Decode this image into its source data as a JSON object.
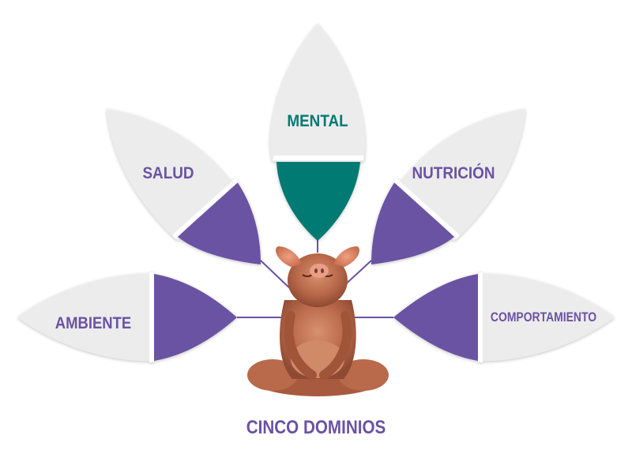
{
  "diagram": {
    "colors": {
      "petal_light": "#ececec",
      "petal_edge": "#dcdcdc",
      "accent_purple": "#6a52a3",
      "accent_teal": "#007a72",
      "connector": "#6a52a3"
    },
    "center_image": "pig-sitting-meditating",
    "footer_title": "CINCO DOMINIOS",
    "domains": [
      {
        "id": "mental",
        "label": "MENTAL",
        "color": "#007a72"
      },
      {
        "id": "salud",
        "label": "SALUD",
        "color": "#6a52a3"
      },
      {
        "id": "nutricion",
        "label": "NUTRICIÓN",
        "color": "#6a52a3"
      },
      {
        "id": "ambiente",
        "label": "AMBIENTE",
        "color": "#6a52a3"
      },
      {
        "id": "comportamiento",
        "label": "COMPORTAMIENTO",
        "color": "#6a52a3"
      }
    ]
  }
}
